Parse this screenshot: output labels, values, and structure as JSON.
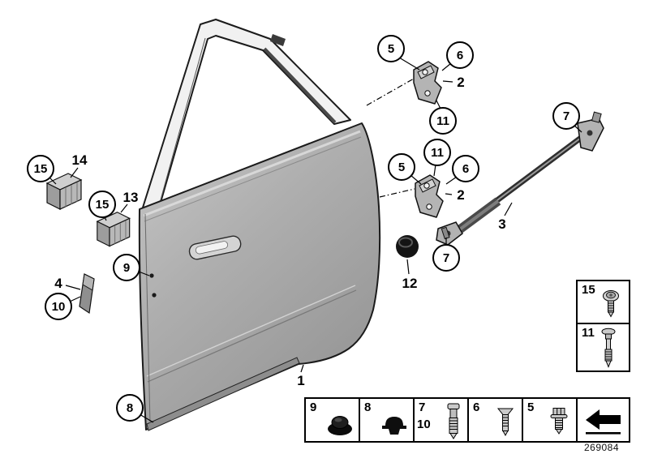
{
  "figure": {
    "number": "269084"
  },
  "colors": {
    "line": "#000000",
    "metal_gray": "#ababab",
    "background": "#ffffff"
  },
  "callouts": {
    "n1": "1",
    "n2a": "2",
    "n2b": "2",
    "n3": "3",
    "n4": "4",
    "n5a": "5",
    "n5b": "5",
    "n6a": "6",
    "n6b": "6",
    "n7a": "7",
    "n7b": "7",
    "n8": "8",
    "n9": "9",
    "n10": "10",
    "n11a": "11",
    "n11b": "11",
    "n12": "12",
    "n13": "13",
    "n14": "14",
    "n15a": "15",
    "n15b": "15"
  },
  "legend": {
    "row": [
      {
        "label": "9",
        "icon": "dome-plug-icon"
      },
      {
        "label": "8",
        "icon": "cap-plug-icon"
      },
      {
        "label": "7",
        "label2": "10",
        "icon": "shoulder-screw-icon"
      },
      {
        "label": "6",
        "icon": "countersunk-screw-icon"
      },
      {
        "label": "5",
        "icon": "hex-flange-screw-icon"
      }
    ],
    "side": [
      {
        "label": "15",
        "icon": "torx-screw-icon"
      },
      {
        "label": "11",
        "icon": "long-bolt-icon"
      }
    ],
    "direction_icon": "direction-arrow-icon"
  }
}
